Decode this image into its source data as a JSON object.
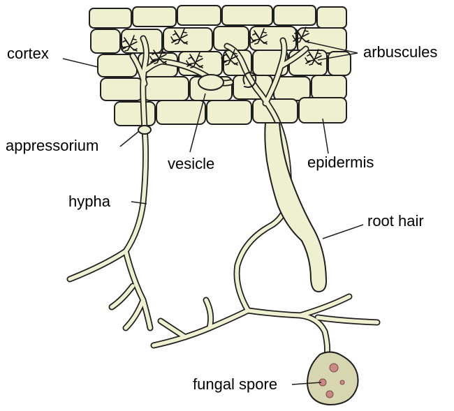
{
  "labels": {
    "cortex": "cortex",
    "arbuscules": "arbuscules",
    "appressorium": "appressorium",
    "vesicle": "vesicle",
    "epidermis": "epidermis",
    "hypha": "hypha",
    "root_hair": "root hair",
    "fungal_spore": "fungal spore"
  },
  "colors": {
    "tissue_fill": "#eef0cf",
    "outline": "#1f1f1f",
    "arbuscule": "#141414",
    "spore_fill": "#d6d7b0",
    "spore_dot": "#c98a86"
  }
}
